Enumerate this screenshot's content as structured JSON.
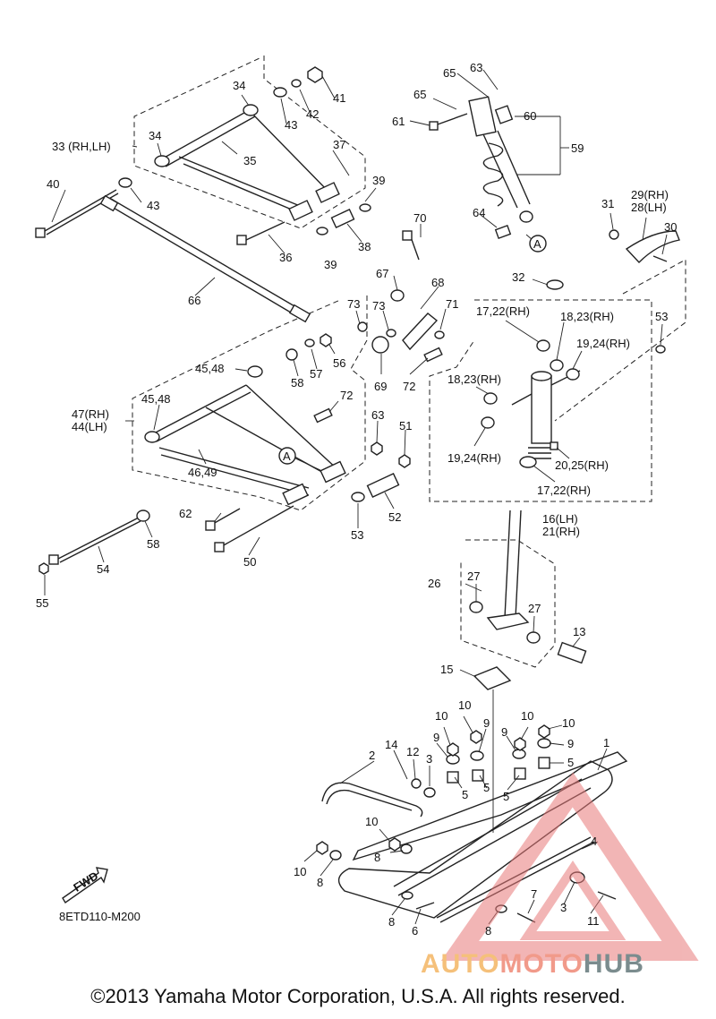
{
  "diagram_code": "8ETD110-M200",
  "copyright": "©2013 Yamaha Motor Corporation, U.S.A. All rights reserved.",
  "fwd_label": "FWD",
  "watermark": {
    "part1": "AUTO",
    "part2": "MOTO",
    "part3": "HUB"
  },
  "callouts": [
    {
      "id": "c1",
      "text": "1"
    },
    {
      "id": "c2",
      "text": "2"
    },
    {
      "id": "c3",
      "text": "3"
    },
    {
      "id": "c3b",
      "text": "3"
    },
    {
      "id": "c4",
      "text": "4"
    },
    {
      "id": "c5a",
      "text": "5"
    },
    {
      "id": "c5b",
      "text": "5"
    },
    {
      "id": "c5c",
      "text": "5"
    },
    {
      "id": "c5d",
      "text": "5"
    },
    {
      "id": "c6",
      "text": "6"
    },
    {
      "id": "c7",
      "text": "7"
    },
    {
      "id": "c8a",
      "text": "8"
    },
    {
      "id": "c8b",
      "text": "8"
    },
    {
      "id": "c8c",
      "text": "8"
    },
    {
      "id": "c8d",
      "text": "8"
    },
    {
      "id": "c9a",
      "text": "9"
    },
    {
      "id": "c9b",
      "text": "9"
    },
    {
      "id": "c9c",
      "text": "9"
    },
    {
      "id": "c9d",
      "text": "9"
    },
    {
      "id": "c10a",
      "text": "10"
    },
    {
      "id": "c10b",
      "text": "10"
    },
    {
      "id": "c10c",
      "text": "10"
    },
    {
      "id": "c10d",
      "text": "10"
    },
    {
      "id": "c10e",
      "text": "10"
    },
    {
      "id": "c10f",
      "text": "10"
    },
    {
      "id": "c11",
      "text": "11"
    },
    {
      "id": "c12",
      "text": "12"
    },
    {
      "id": "c13",
      "text": "13"
    },
    {
      "id": "c14",
      "text": "14"
    },
    {
      "id": "c15",
      "text": "15"
    },
    {
      "id": "c16",
      "text": "16(LH)"
    },
    {
      "id": "c21",
      "text": "21(RH)"
    },
    {
      "id": "c17a",
      "text": "17,22(RH)"
    },
    {
      "id": "c17b",
      "text": "17,22(RH)"
    },
    {
      "id": "c18a",
      "text": "18,23(RH)"
    },
    {
      "id": "c18b",
      "text": "18,23(RH)"
    },
    {
      "id": "c19a",
      "text": "19,24(RH)"
    },
    {
      "id": "c19b",
      "text": "19,24(RH)"
    },
    {
      "id": "c20",
      "text": "20,25(RH)"
    },
    {
      "id": "c26",
      "text": "26"
    },
    {
      "id": "c27a",
      "text": "27"
    },
    {
      "id": "c27b",
      "text": "27"
    },
    {
      "id": "c29",
      "text": "29(RH)"
    },
    {
      "id": "c28",
      "text": "28(LH)"
    },
    {
      "id": "c30",
      "text": "30"
    },
    {
      "id": "c31",
      "text": "31"
    },
    {
      "id": "c32",
      "text": "32"
    },
    {
      "id": "c33",
      "text": "33 (RH,LH)"
    },
    {
      "id": "c34a",
      "text": "34"
    },
    {
      "id": "c34b",
      "text": "34"
    },
    {
      "id": "c35",
      "text": "35"
    },
    {
      "id": "c36",
      "text": "36"
    },
    {
      "id": "c37",
      "text": "37"
    },
    {
      "id": "c38",
      "text": "38"
    },
    {
      "id": "c39a",
      "text": "39"
    },
    {
      "id": "c39b",
      "text": "39"
    },
    {
      "id": "c40",
      "text": "40"
    },
    {
      "id": "c41",
      "text": "41"
    },
    {
      "id": "c42",
      "text": "42"
    },
    {
      "id": "c43a",
      "text": "43"
    },
    {
      "id": "c43b",
      "text": "43"
    },
    {
      "id": "c45a",
      "text": "45,48"
    },
    {
      "id": "c45b",
      "text": "45,48"
    },
    {
      "id": "c47",
      "text": "47(RH)"
    },
    {
      "id": "c44",
      "text": "44(LH)"
    },
    {
      "id": "c46",
      "text": "46,49"
    },
    {
      "id": "c50",
      "text": "50"
    },
    {
      "id": "c51",
      "text": "51"
    },
    {
      "id": "c52",
      "text": "52"
    },
    {
      "id": "c53a",
      "text": "53"
    },
    {
      "id": "c53b",
      "text": "53"
    },
    {
      "id": "c54",
      "text": "54"
    },
    {
      "id": "c55",
      "text": "55"
    },
    {
      "id": "c56",
      "text": "56"
    },
    {
      "id": "c57",
      "text": "57"
    },
    {
      "id": "c58a",
      "text": "58"
    },
    {
      "id": "c58b",
      "text": "58"
    },
    {
      "id": "c59",
      "text": "59"
    },
    {
      "id": "c60",
      "text": "60"
    },
    {
      "id": "c61",
      "text": "61"
    },
    {
      "id": "c62",
      "text": "62"
    },
    {
      "id": "c63a",
      "text": "63"
    },
    {
      "id": "c63b",
      "text": "63"
    },
    {
      "id": "c64",
      "text": "64"
    },
    {
      "id": "c65a",
      "text": "65"
    },
    {
      "id": "c65b",
      "text": "65"
    },
    {
      "id": "c66",
      "text": "66"
    },
    {
      "id": "c67",
      "text": "67"
    },
    {
      "id": "c68",
      "text": "68"
    },
    {
      "id": "c69",
      "text": "69"
    },
    {
      "id": "c70",
      "text": "70"
    },
    {
      "id": "c71",
      "text": "71"
    },
    {
      "id": "c72a",
      "text": "72"
    },
    {
      "id": "c72b",
      "text": "72"
    },
    {
      "id": "c73a",
      "text": "73"
    },
    {
      "id": "c73b",
      "text": "73"
    },
    {
      "id": "cA1",
      "text": "A"
    },
    {
      "id": "cA2",
      "text": "A"
    }
  ]
}
